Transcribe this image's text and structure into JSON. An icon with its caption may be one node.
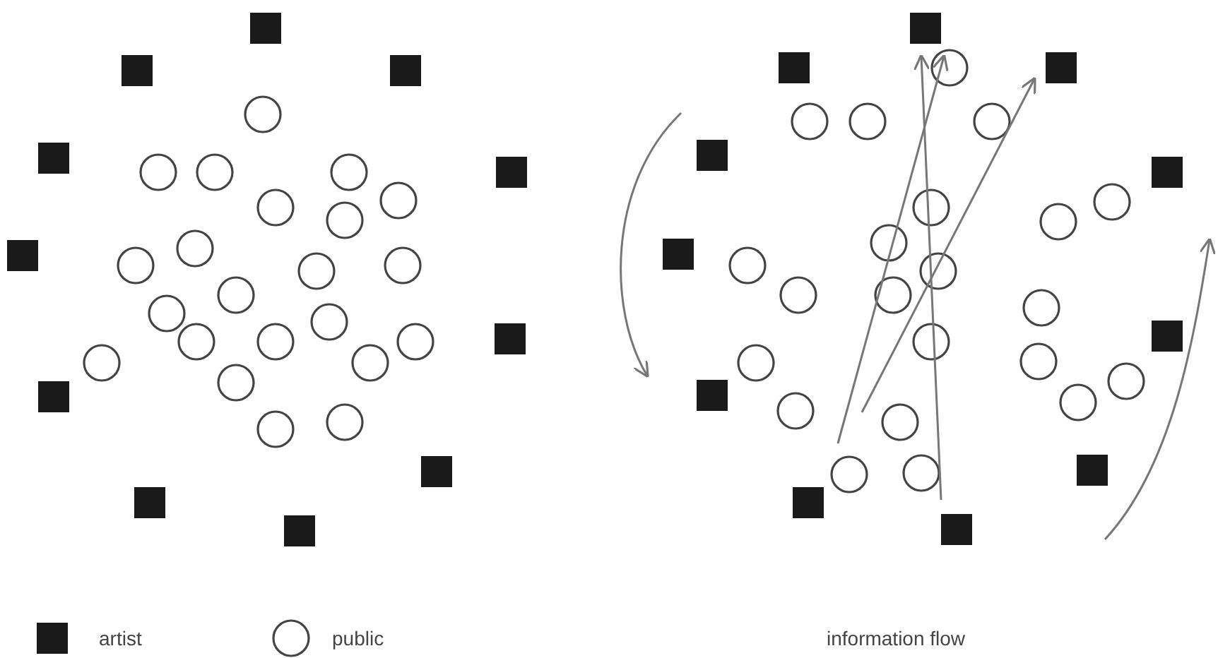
{
  "diagram": {
    "labels": [
      "information flow"
    ],
    "legend": [
      {
        "text": "artist"
      },
      {
        "text": "public"
      }
    ]
  }
}
